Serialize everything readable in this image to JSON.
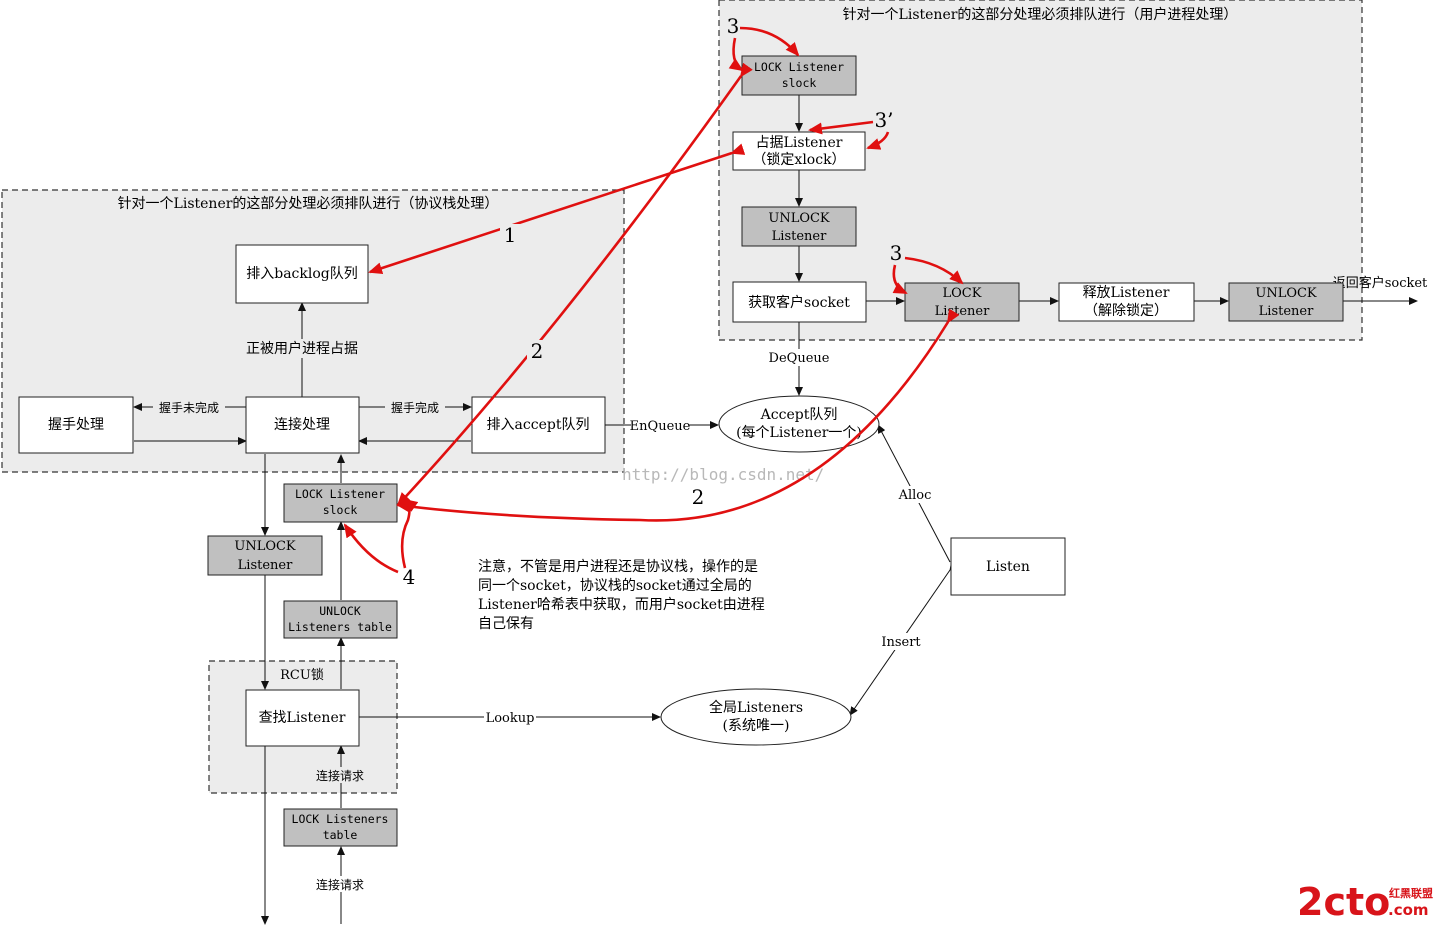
{
  "regions": {
    "user": {
      "title": "针对一个Listener的这部分处理必须排队进行（用户进程处理）"
    },
    "stack": {
      "title": "针对一个Listener的这部分处理必须排队进行（协议栈处理）"
    },
    "rcu": {
      "title": "RCU锁"
    }
  },
  "nodes": {
    "lock_slock_top": [
      "LOCK Listener",
      "slock"
    ],
    "occupy": [
      "占据Listener",
      "（锁定xlock）"
    ],
    "unlock_top": [
      "UNLOCK",
      "Listener"
    ],
    "get_client": [
      "获取客户socket"
    ],
    "lock_mid": [
      "LOCK",
      "Listener"
    ],
    "release": [
      "释放Listener",
      "（解除锁定）"
    ],
    "unlock_right": [
      "UNLOCK",
      "Listener"
    ],
    "backlog": [
      "排入backlog队列"
    ],
    "handshake": [
      "握手处理"
    ],
    "connect": [
      "连接处理"
    ],
    "accept_q_in": [
      "排入accept队列"
    ],
    "lock_slock_bottom": [
      "LOCK Listener",
      "slock"
    ],
    "unlock_left": [
      "UNLOCK",
      "Listener"
    ],
    "unlock_table": [
      "UNLOCK",
      "Listeners table"
    ],
    "lookup": [
      "查找Listener"
    ],
    "lock_table": [
      "LOCK Listeners",
      "table"
    ],
    "accept_queue": [
      "Accept队列",
      "(每个Listener一个)"
    ],
    "listen": [
      "Listen"
    ],
    "global_listeners": [
      "全局Listeners",
      "(系统唯一)"
    ]
  },
  "edge_labels": {
    "return_socket": "返回客户socket",
    "dequeue": "DeQueue",
    "enqueue": "EnQueue",
    "handshake_incomplete": "握手未完成",
    "handshake_complete": "握手完成",
    "occupied": "正被用户进程占据",
    "alloc": "Alloc",
    "insert": "Insert",
    "lookup": "Lookup",
    "conn_req_1": "连接请求",
    "conn_req_2": "连接请求"
  },
  "red_labels": {
    "p1": "1",
    "p2a": "2",
    "p2b": "2",
    "p3a": "3",
    "p3b": "3’",
    "p3c": "3",
    "p4": "4"
  },
  "note": [
    "注意，不管是用户进程还是协议栈，操作的是",
    "同一个socket，协议栈的socket通过全局的",
    "Listener哈希表中获取，而用户socket由进程",
    "自己保有"
  ],
  "watermark": "http://blog.csdn.net/",
  "logo": {
    "main": "2cto",
    "suffix": ".com",
    "tag": "红黑联盟"
  },
  "colors": {
    "highlight": "#e01010",
    "region_fill": "#ececec",
    "lock_fill": "#c0c0c0"
  }
}
